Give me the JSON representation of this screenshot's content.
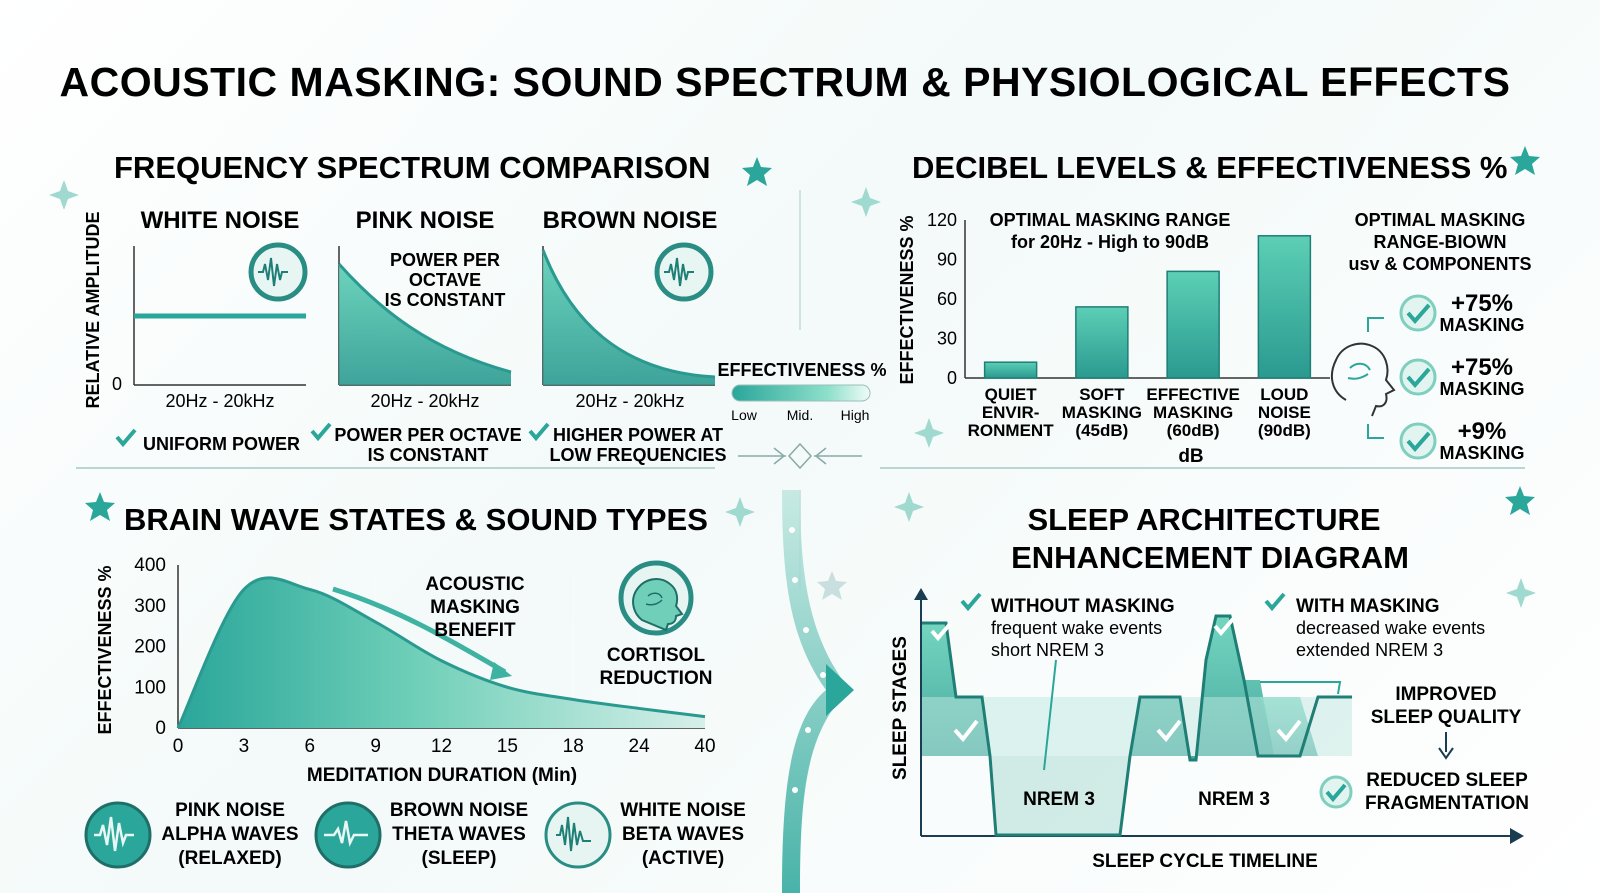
{
  "title": "ACOUSTIC MASKING: SOUND SPECTRUM & PHYSIOLOGICAL EFFECTS",
  "colors": {
    "teal": "#2aa69a",
    "light": "#5ccfb5",
    "dark": "#14665f",
    "pale": "#bfe7df"
  },
  "spectrum": {
    "title": "FREQUENCY SPECTRUM COMPARISON",
    "ylabel": "RELATIVE AMPLITUDE",
    "zero": "0",
    "panels": [
      {
        "name": "WHITE NOISE",
        "range": "20Hz - 20kHz",
        "check_line1": "UNIFORM POWER",
        "check_line2": "",
        "icon": "sound-wave-icon"
      },
      {
        "name": "PINK NOISE",
        "range": "20Hz - 20kHz",
        "note_line1": "POWER PER",
        "note_line2": "OCTAVE",
        "note_line3": "IS CONSTANT",
        "check_line1": "POWER PER OCTAVE",
        "check_line2": "IS CONSTANT"
      },
      {
        "name": "BROWN NOISE",
        "range": "20Hz - 20kHz",
        "check_line1": "HIGHER POWER AT",
        "check_line2": "LOW FREQUENCIES",
        "icon": "sound-wave-icon"
      }
    ]
  },
  "legend": {
    "title": "EFFECTIVENESS %",
    "low": "Low",
    "mid": "Mid.",
    "high": "High"
  },
  "decibel": {
    "title": "DECIBEL LEVELS & EFFECTIVENESS %",
    "annotation_line1": "OPTIMAL MASKING RANGE",
    "annotation_line2": "for 20Hz - High to 90dB",
    "side_title_line1": "OPTIMAL MASKING",
    "side_title_line2": "RANGE-BIOWN",
    "side_title_line3": "usv & COMPONENTS",
    "items": [
      {
        "value": "+75%",
        "label": "MASKING"
      },
      {
        "value": "+75%",
        "label": "MASKING"
      },
      {
        "value": "+9%",
        "label": "MASKING"
      }
    ]
  },
  "brainwave": {
    "title": "BRAIN WAVE STATES & SOUND TYPES",
    "annotation_line1": "ACOUSTIC",
    "annotation_line2": "MASKING",
    "annotation_line3": "BENEFIT",
    "cortisol_line1": "CORTISOL",
    "cortisol_line2": "REDUCTION",
    "waves": [
      {
        "line1": "PINK NOISE",
        "line2": "ALPHA WAVES",
        "line3": "(RELAXED)"
      },
      {
        "line1": "BROWN NOISE",
        "line2": "THETA WAVES",
        "line3": "(SLEEP)"
      },
      {
        "line1": "WHITE NOISE",
        "line2": "BETA WAVES",
        "line3": "(ACTIVE)"
      }
    ]
  },
  "sleep": {
    "title_line1": "SLEEP ARCHITECTURE",
    "title_line2": "ENHANCEMENT DIAGRAM",
    "ylabel": "SLEEP STAGES",
    "xlabel": "SLEEP CYCLE TIMELINE",
    "without_title": "WITHOUT MASKING",
    "without_line1": "frequent wake events",
    "without_line2": "short NREM 3",
    "with_title": "WITH MASKING",
    "with_line1": "decreased wake events",
    "with_line2": "extended NREM 3",
    "nrem_left": "NREM 3",
    "nrem_right": "NREM 3",
    "improved_line1": "IMPROVED",
    "improved_line2": "SLEEP QUALITY",
    "reduced_line1": "REDUCED SLEEP",
    "reduced_line2": "FRAGMENTATION"
  },
  "chart_data": [
    {
      "type": "bar",
      "title": "DECIBEL LEVELS & EFFECTIVENESS %",
      "ylabel": "EFFECTIVENESS %",
      "xlabel": "dB",
      "ylim": [
        0,
        120
      ],
      "yticks": [
        0,
        30,
        60,
        90,
        120
      ],
      "categories": [
        {
          "line1": "QUIET",
          "line2": "ENVIR-",
          "line3": "RONMENT"
        },
        {
          "line1": "SOFT",
          "line2": "MASKING",
          "line3": "(45dB)"
        },
        {
          "line1": "EFFECTIVE",
          "line2": "MASKING",
          "line3": "(60dB)"
        },
        {
          "line1": "LOUD",
          "line2": "NOISE",
          "line3": "(90dB)"
        }
      ],
      "values": [
        12,
        54,
        81,
        108
      ]
    },
    {
      "type": "area",
      "title": "BRAIN WAVE STATES & SOUND TYPES",
      "ylabel": "EFFECTIVENESS %",
      "xlabel": "MEDITATION DURATION (Min)",
      "ylim": [
        0,
        400
      ],
      "yticks": [
        0,
        100,
        200,
        300,
        400
      ],
      "x": [
        0,
        3,
        6,
        9,
        12,
        15,
        18,
        24,
        40
      ],
      "values": [
        0,
        340,
        340,
        260,
        165,
        100,
        70,
        48,
        28
      ]
    }
  ]
}
